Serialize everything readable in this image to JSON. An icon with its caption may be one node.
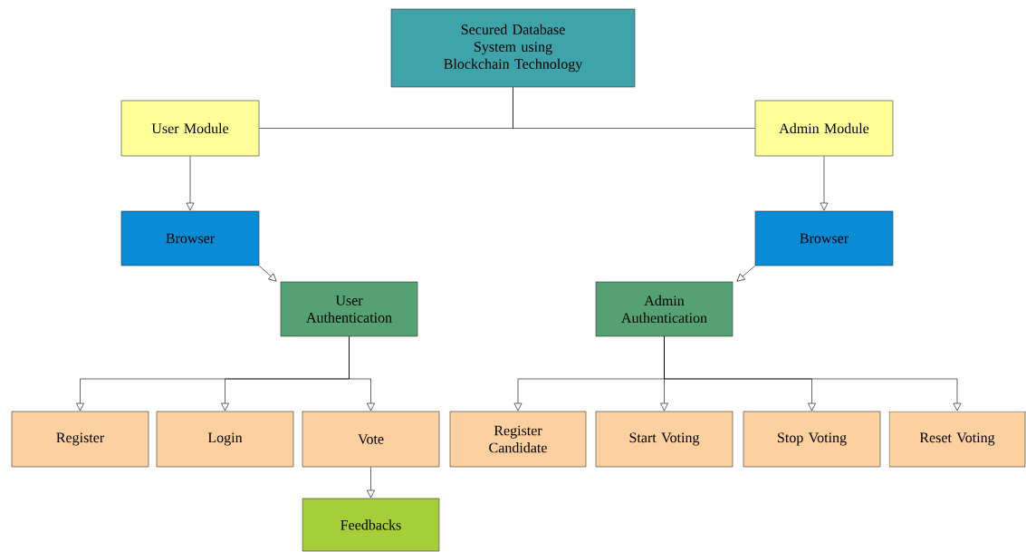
{
  "diagram": {
    "nodes": [
      {
        "text": [
          "Secured Database System using Blockchain Technology"
        ]
      },
      {
        "text": [
          "User Module"
        ]
      },
      {
        "text": [
          "Admin Module"
        ]
      },
      {
        "text": [
          "Browser"
        ]
      },
      {
        "text": [
          "Browser"
        ]
      },
      {
        "text": [
          "User Authentication"
        ]
      },
      {
        "text": [
          "Admin Authentication"
        ]
      },
      {
        "text": [
          "Register"
        ]
      },
      {
        "text": [
          "Login"
        ]
      },
      {
        "text": [
          "Vote"
        ]
      },
      {
        "text": [
          "Register Candidate"
        ]
      },
      {
        "text": [
          "Start Voting"
        ]
      },
      {
        "text": [
          "Stop Voting"
        ]
      },
      {
        "text": [
          "Reset Voting"
        ]
      },
      {
        "text": [
          "Feedbacks"
        ]
      }
    ],
    "edges": [
      {
        "from": 0,
        "to": 1,
        "arrow": "none"
      },
      {
        "from": 0,
        "to": 2,
        "arrow": "none"
      },
      {
        "from": 1,
        "to": 3,
        "arrow": "to"
      },
      {
        "from": 2,
        "to": 4,
        "arrow": "to"
      },
      {
        "from": 3,
        "to": 5,
        "arrow": "to"
      },
      {
        "from": 4,
        "to": 6,
        "arrow": "to"
      },
      {
        "from": 5,
        "to": 7,
        "arrow": "to"
      },
      {
        "from": 5,
        "to": 8,
        "arrow": "to"
      },
      {
        "from": 5,
        "to": 9,
        "arrow": "to"
      },
      {
        "from": 6,
        "to": 10,
        "arrow": "to"
      },
      {
        "from": 6,
        "to": 11,
        "arrow": "to"
      },
      {
        "from": 6,
        "to": 12,
        "arrow": "to"
      },
      {
        "from": 6,
        "to": 13,
        "arrow": "to"
      },
      {
        "from": 9,
        "to": 14,
        "arrow": "to"
      }
    ]
  }
}
